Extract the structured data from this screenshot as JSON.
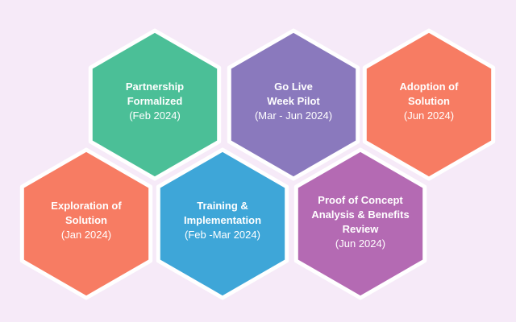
{
  "diagram": {
    "background": "#f6eaf8",
    "stroke": "#ffffff",
    "stages": [
      {
        "id": "partnership",
        "title": "Partnership\nFormalized",
        "date": "(Feb 2024)",
        "color": "#4bbf97"
      },
      {
        "id": "golive",
        "title": "Go Live\nWeek Pilot",
        "date": "(Mar - Jun 2024)",
        "color": "#8a79bd"
      },
      {
        "id": "adoption",
        "title": "Adoption of\nSolution",
        "date": "(Jun 2024)",
        "color": "#f77c63"
      },
      {
        "id": "exploration",
        "title": "Exploration of\nSolution",
        "date": "(Jan 2024)",
        "color": "#f77c63"
      },
      {
        "id": "training",
        "title": "Training &\nImplementation",
        "date": "(Feb -Mar 2024)",
        "color": "#3ea6d8"
      },
      {
        "id": "poc",
        "title": "Proof of Concept\nAnalysis & Benefits\nReview",
        "date": "(Jun 2024)",
        "color": "#b46ab3"
      }
    ]
  }
}
